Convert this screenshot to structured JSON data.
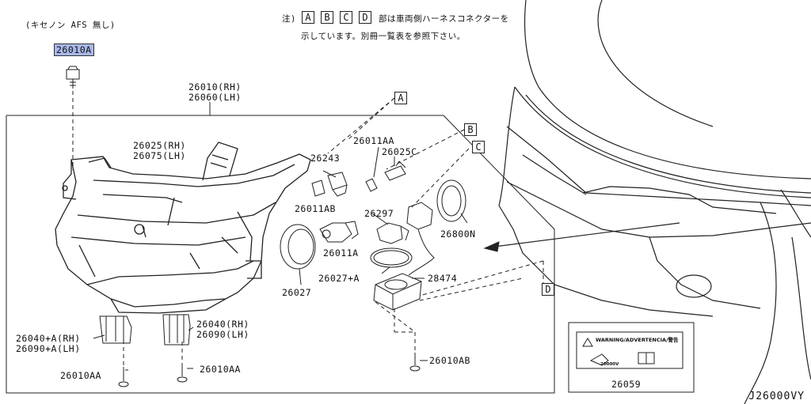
{
  "header": {
    "variant": "(キセノン AFS 無し)",
    "highlighted_part": "26010A",
    "note_prefix": "注)",
    "connector_letters": [
      "A",
      "B",
      "C",
      "D"
    ],
    "note_line1": "部は車両側ハーネスコネクターを",
    "note_line2": "示しています。別冊一覧表を参照下さい。"
  },
  "parts": {
    "headlamp_rh_lh": [
      "26010(RH)",
      "26060(LH)"
    ],
    "housing_rh_lh": [
      "26025(RH)",
      "26075(LH)"
    ],
    "bulb_small": "26243",
    "socket_aa": "26011AA",
    "bulb_c": "26025C",
    "socket_ab": "26011AB",
    "bulb_297": "26297",
    "ring": "26800N",
    "socket_a": "26011A",
    "seal": "26027+A",
    "ballast": "28474",
    "cap": "26027",
    "bracket_a": [
      "26040+A(RH)",
      "26090+A(LH)"
    ],
    "bracket": [
      "26040(RH)",
      "26090(LH)"
    ],
    "screw_aa_1": "26010AA",
    "screw_aa_2": "26010AA",
    "screw_ab": "26010AB",
    "label_part": "26059"
  },
  "warning_label": {
    "text": "WARNING/ADVERTENCIA/警告",
    "voltage": "20000V"
  },
  "diagram_code": "J26000VY"
}
